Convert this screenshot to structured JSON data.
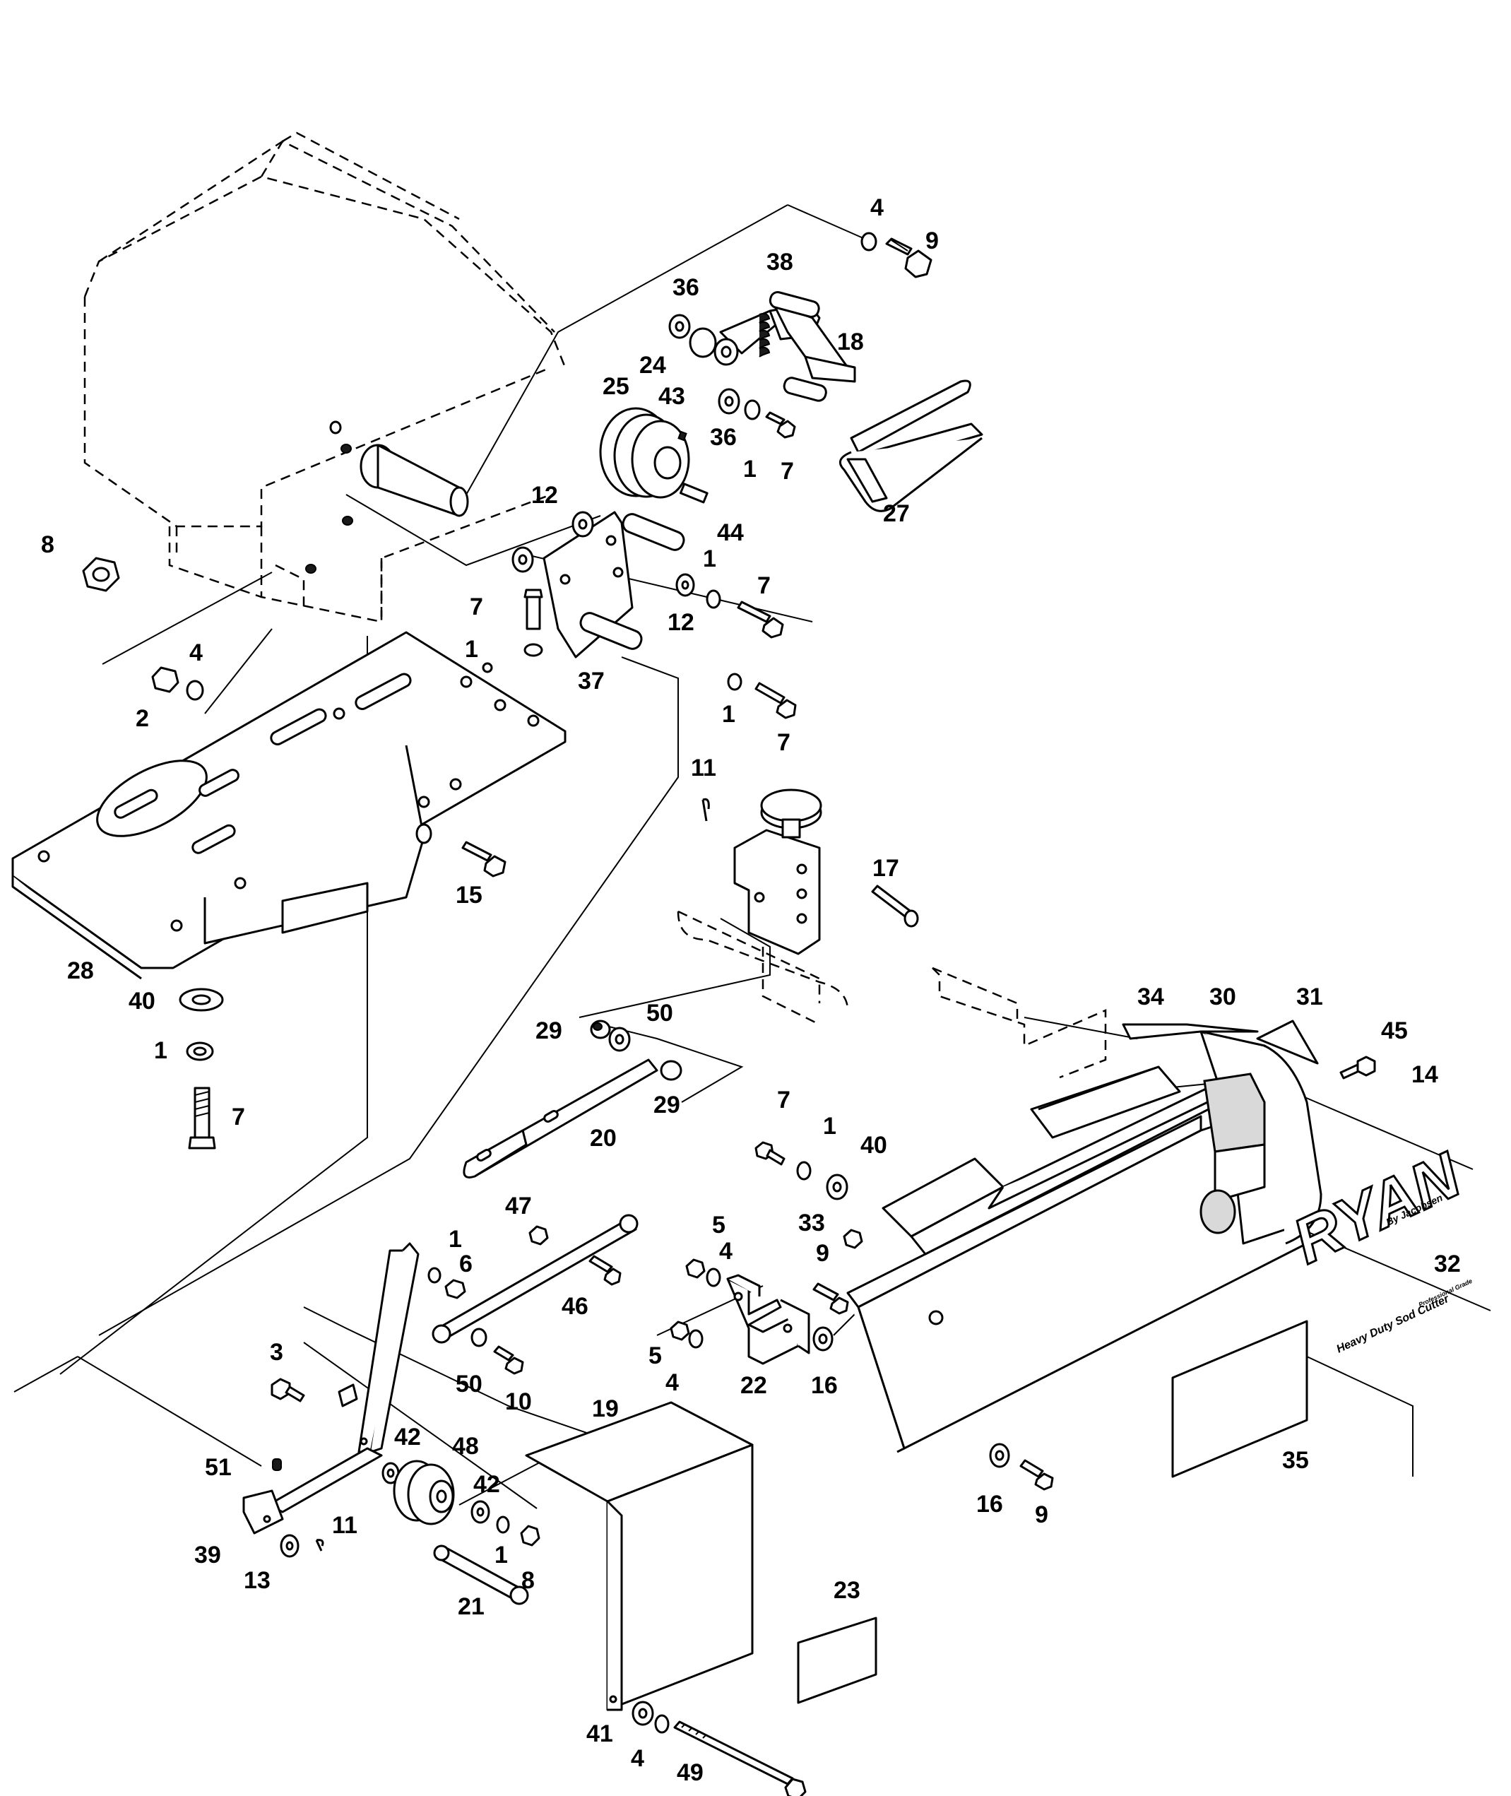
{
  "diagram": {
    "type": "exploded-parts-diagram",
    "callouts": {
      "c1a": "1",
      "c1b": "1",
      "c1c": "1",
      "c1d": "1",
      "c1e": "1",
      "c1f": "1",
      "c1g": "1",
      "c1h": "1",
      "c2": "2",
      "c3": "3",
      "c4a": "4",
      "c4b": "4",
      "c4c": "4",
      "c4d": "4",
      "c4e": "4",
      "c5a": "5",
      "c5b": "5",
      "c6": "6",
      "c7a": "7",
      "c7b": "7",
      "c7c": "7",
      "c7d": "7",
      "c7e": "7",
      "c7f": "7",
      "c8a": "8",
      "c8b": "8",
      "c9a": "9",
      "c9b": "9",
      "c9c": "9",
      "c10": "10",
      "c11a": "11",
      "c11b": "11",
      "c12a": "12",
      "c12b": "12",
      "c13": "13",
      "c14": "14",
      "c15": "15",
      "c16a": "16",
      "c16b": "16",
      "c17": "17",
      "c18": "18",
      "c19": "19",
      "c20": "20",
      "c21": "21",
      "c22": "22",
      "c23": "23",
      "c24": "24",
      "c25": "25",
      "c27": "27",
      "c28": "28",
      "c29a": "29",
      "c29b": "29",
      "c30": "30",
      "c31": "31",
      "c32": "32",
      "c33": "33",
      "c34": "34",
      "c35": "35",
      "c36a": "36",
      "c36b": "36",
      "c37": "37",
      "c38": "38",
      "c39": "39",
      "c40a": "40",
      "c40b": "40",
      "c41": "41",
      "c42a": "42",
      "c42b": "42",
      "c43": "43",
      "c44": "44",
      "c45": "45",
      "c46": "46",
      "c47": "47",
      "c48": "48",
      "c49": "49",
      "c50a": "50",
      "c50b": "50",
      "c51": "51"
    },
    "decal_brand": "RYAN",
    "decal_brand_sub": "By Jacobsen",
    "decal_product": "Heavy Duty Sod Cutter",
    "decal_product_sub": "Professional Grade"
  }
}
